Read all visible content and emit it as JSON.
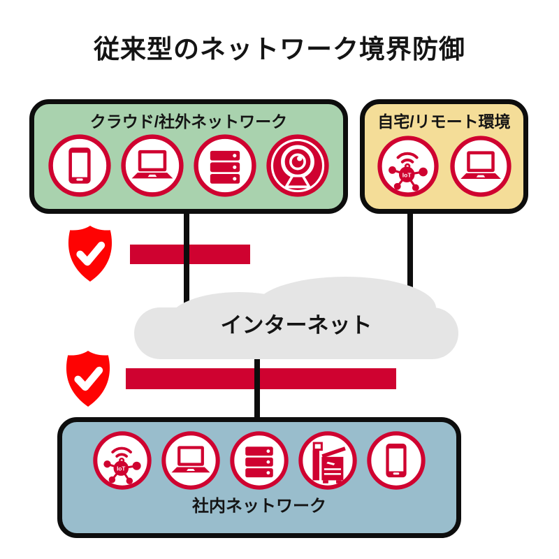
{
  "title": "従来型のネットワーク境界防御",
  "boxes": {
    "cloud_external": {
      "label": "クラウド/社外ネットワーク",
      "icons": [
        "smartphone-icon",
        "laptop-icon",
        "server-icon",
        "webcam-icon"
      ]
    },
    "home_remote": {
      "label": "自宅/リモート環境",
      "icons": [
        "iot-icon",
        "laptop-icon"
      ]
    },
    "internal": {
      "label": "社内ネットワーク",
      "icons": [
        "iot-icon",
        "laptop-icon",
        "server-icon",
        "copier-icon",
        "smartphone-icon"
      ]
    }
  },
  "internet": {
    "label": "インターネット"
  },
  "iot_label": "IoT",
  "firewalls": [
    {
      "name": "firewall-external",
      "symbol": "shield-check + red bar"
    },
    {
      "name": "firewall-internal",
      "symbol": "shield-check + red bar"
    }
  ],
  "colors": {
    "accent_red": "#cf0230",
    "shield_red": "#fe0303",
    "box_green": "#a9d2ae",
    "box_yellow": "#f4dd98",
    "box_blue": "#99bdcc",
    "cloud_gray": "#e5e5e5",
    "line_black": "#0d0d0d"
  }
}
